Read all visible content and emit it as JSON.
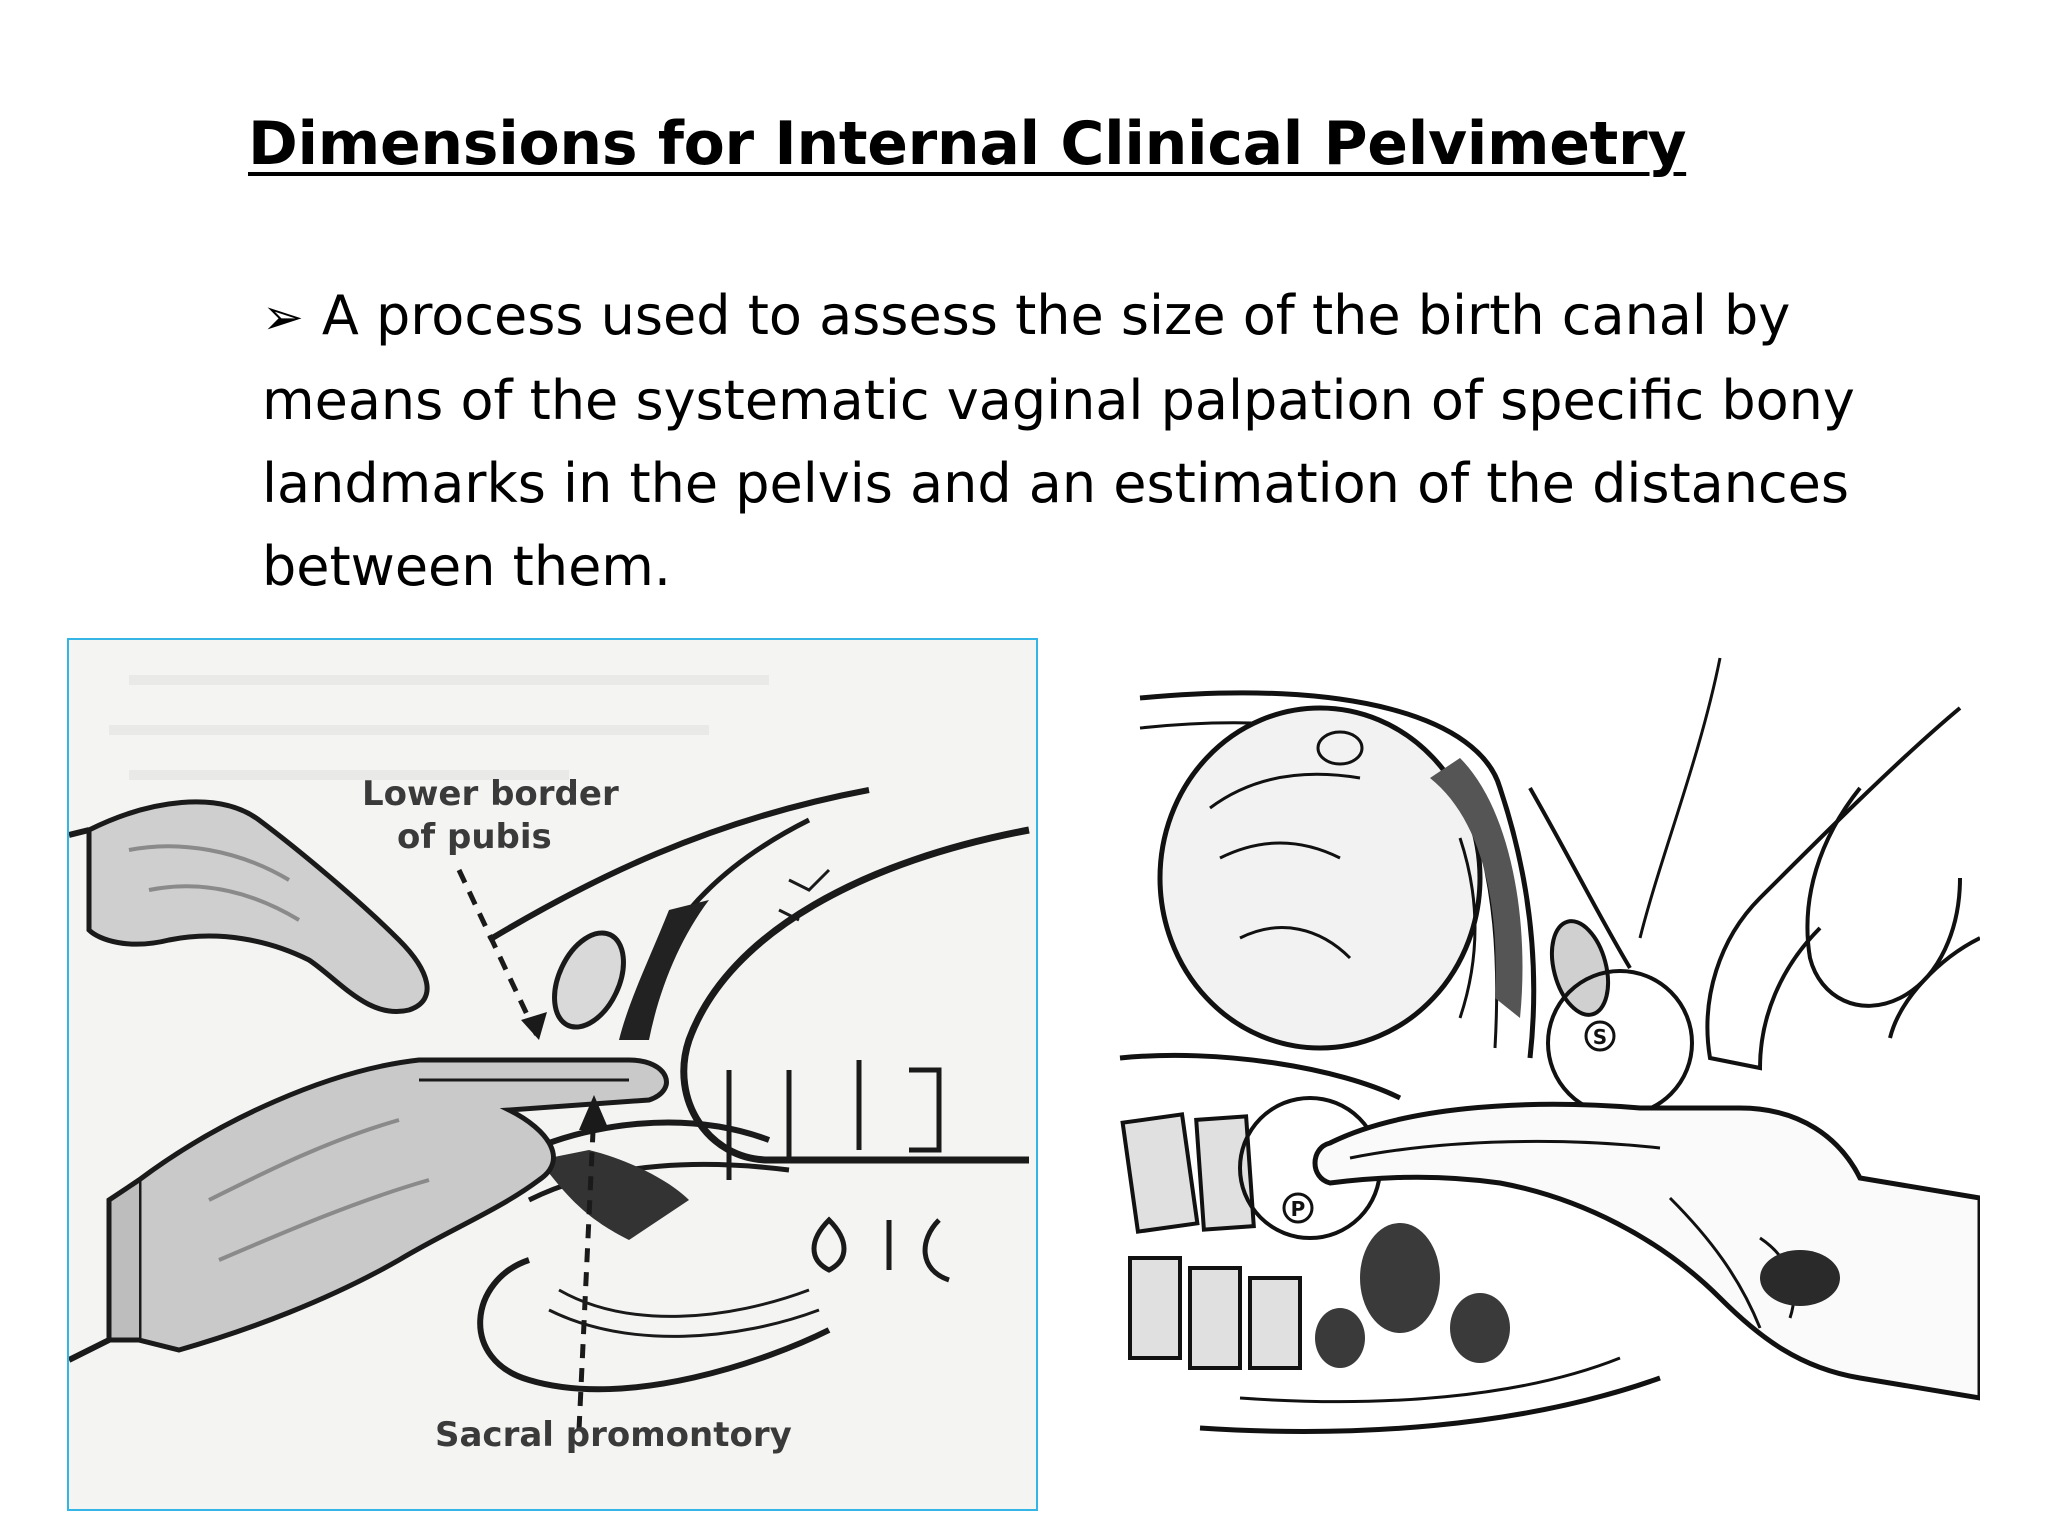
{
  "slide": {
    "title": "Dimensions for Internal Clinical Pelvimetry",
    "bullet_marker": "➢",
    "bullet_text": "A process used to assess the size of the birth canal by means of the systematic vaginal palpation of specific bony landmarks in the pelvis and an estimation of the distances between them."
  },
  "figure_left": {
    "label_pubis_line1": "Lower border",
    "label_pubis_line2": "of pubis",
    "label_sacral": "Sacral promontory",
    "border_color": "#35b4e6"
  },
  "figure_right": {
    "label_s": "S",
    "label_p": "P"
  }
}
